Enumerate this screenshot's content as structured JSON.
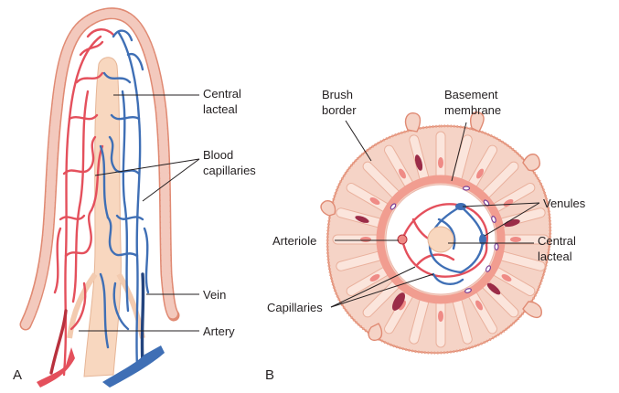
{
  "panels": {
    "a": {
      "letter": "A"
    },
    "b": {
      "letter": "B"
    }
  },
  "labels": {
    "central_lacteal_a": [
      "Central",
      "lacteal"
    ],
    "blood_capillaries": [
      "Blood",
      "capillaries"
    ],
    "vein": "Vein",
    "artery": "Artery",
    "brush_border": [
      "Brush",
      "border"
    ],
    "basement_membrane": [
      "Basement",
      "membrane"
    ],
    "venules": "Venules",
    "arteriole": "Arteriole",
    "central_lacteal_b": [
      "Central",
      "lacteal"
    ],
    "capillaries": "Capillaries"
  },
  "colors": {
    "artery_red": "#e4505c",
    "vein_blue": "#3f6fb5",
    "lacteal_peach": "#f8d7bf",
    "epithelium_pink": "#f3c9bd",
    "epithelium_outline": "#e08a73",
    "basement_membrane": "#f19d90"
  }
}
